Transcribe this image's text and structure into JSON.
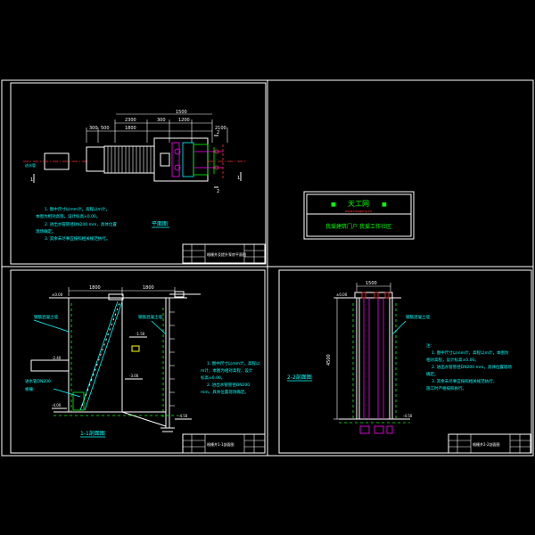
{
  "logo": {
    "name": "天工网",
    "subtitle": "www.tiangong.cn",
    "slogan": "我爱建筑门户 我爱工作社区"
  },
  "plan_view": {
    "title": "平面图",
    "dims": {
      "d1": "2300",
      "d2": "1800",
      "d3": "300",
      "d4": "1500",
      "d5": "1200",
      "d6": "300",
      "d7": "2100",
      "d8": "500"
    },
    "notes": [
      "1. 图中尺寸以mm计，高程以m计，",
      "本图为相对高程，设计标高±0.00。",
      "2. 进出水管管径DN200 mm，具体位置",
      "现场确定。",
      "3. 其余未尽事宜按照相关规范执行。"
    ],
    "title_block": "格栅井及提升泵房平面图"
  },
  "section_1": {
    "title": "1-1剖面图",
    "elevations": {
      "top": "±0.00",
      "inlet": "-2.40",
      "mid": "-1.50",
      "lower": "-3.00",
      "bottom": "-4.00",
      "pump_bottom": "-4.50"
    },
    "labels": [
      "钢筋混凝土墙",
      "钢筋混凝土墙",
      "进水管DN200",
      "格栅"
    ],
    "dims": {
      "d1": "1800",
      "d2": "1800"
    },
    "notes": [
      "1. 图中尺寸以mm计，高程以",
      "m计，本图为相对高程，设计",
      "标高±0.00。",
      "2. 进出水管管径DN200",
      "mm，具体位置现场确定。"
    ],
    "title_block": "格栅井1-1剖面图"
  },
  "section_2": {
    "title": "2-2剖面图",
    "elevations": {
      "top": "±0.00",
      "bottom": "-4.50"
    },
    "labels": [
      "钢筋混凝土墙"
    ],
    "dims": {
      "width": "1500",
      "height": "4500"
    },
    "notes": [
      "注：",
      "1. 图中尺寸以mm计，高程以m计，本图为",
      "相对高程，设计标高±0.00。",
      "2. 进出水管管径DN200 mm，具体位置现场",
      "确定。",
      "3. 其余未尽事宜按照相关规范执行，",
      "施工时严格按照执行。"
    ],
    "title_block": "格栅井2-2剖面图"
  }
}
